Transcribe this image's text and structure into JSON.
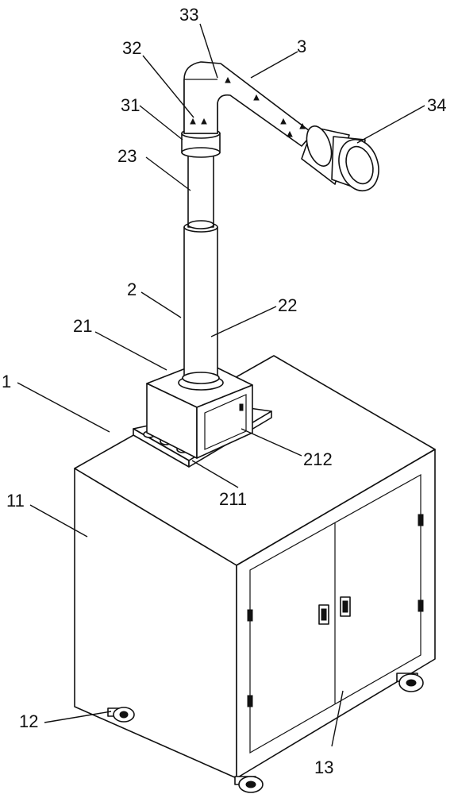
{
  "labels": {
    "l1": "1",
    "l2": "2",
    "l3": "3",
    "l11": "11",
    "l12": "12",
    "l13": "13",
    "l21": "21",
    "l22": "22",
    "l23": "23",
    "l31": "31",
    "l32": "32",
    "l33": "33",
    "l34": "34",
    "l211": "211",
    "l212": "212"
  }
}
